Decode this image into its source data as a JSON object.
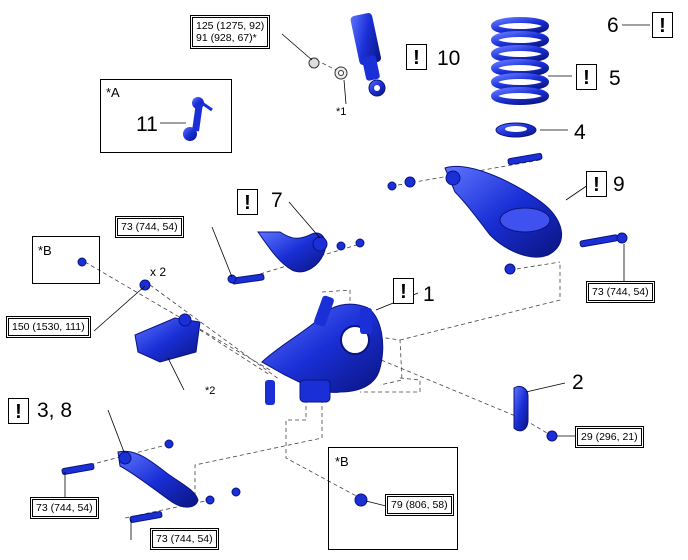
{
  "colors": {
    "part_fill": "#1a2fd6",
    "part_dark": "#0a1480",
    "part_light": "#5f74ff",
    "line": "#000000"
  },
  "warning_symbol": "!",
  "callouts": {
    "n1": "1",
    "n2": "2",
    "n38": "3, 8",
    "n4": "4",
    "n5": "5",
    "n6": "6",
    "n7": "7",
    "n9": "9",
    "n10": "10",
    "n11": "11"
  },
  "marks": {
    "star_a": "*A",
    "star_b_left": "*B",
    "star_b_bottom": "*B",
    "star_1": "*1",
    "star_2": "*2",
    "x2": "x 2"
  },
  "torque": {
    "top_line1": "125 (1275, 92)",
    "top_line2": "91 (928, 67)*",
    "upper_arm": "73 (744, 54)",
    "right_arm": "73 (744, 54)",
    "left_bolt": "150 (1530, 111)",
    "bracket": "29 (296, 21)",
    "lower_left": "73 (744, 54)",
    "lower_mid": "73 (744, 54)",
    "nut_b": "79 (806, 58)"
  }
}
